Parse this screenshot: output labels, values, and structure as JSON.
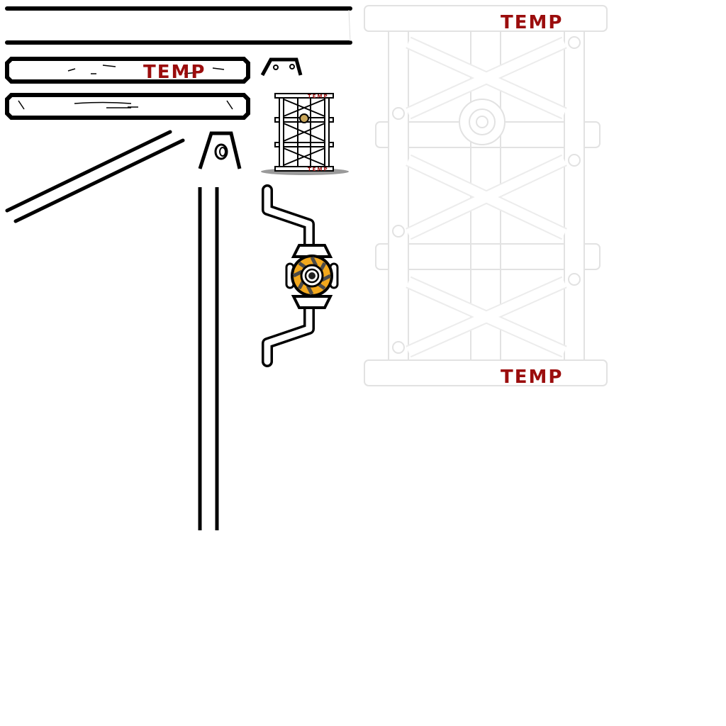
{
  "sprite_sheet": {
    "plank_label": "TEMP",
    "mini_tower_top_label": "TEMP",
    "mini_tower_bottom_label": "TEMP",
    "white_tower_top_label": "TEMP",
    "white_tower_bottom_label": "TEMP"
  },
  "colors": {
    "outline": "#000000",
    "label_red": "#9b0d0d",
    "gear_orange": "#f2a81d",
    "gear_dark": "#4a4a4a",
    "shadow": "#9a9a9a",
    "white_outline": "#e6e6e6"
  }
}
